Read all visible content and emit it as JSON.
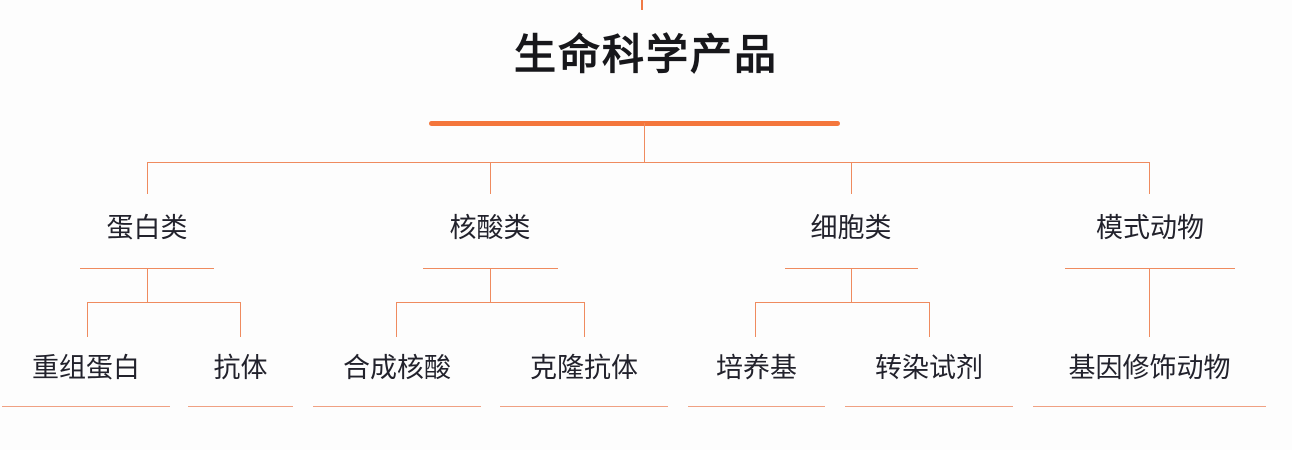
{
  "diagram": {
    "type": "org-tree",
    "orientation": "top-down",
    "accent_color": "#f4763c",
    "connector_color": "#ef8b5f",
    "leaf_underline_color": "#f0a183",
    "text_color": "#22222c",
    "background_color": "#fdfdfd",
    "root": {
      "label": "生命科学产品",
      "level": 1
    },
    "branches": [
      {
        "label": "蛋白类",
        "level": 2,
        "children": [
          {
            "label": "重组蛋白",
            "level": 3
          },
          {
            "label": "抗体",
            "level": 3
          }
        ]
      },
      {
        "label": "核酸类",
        "level": 2,
        "children": [
          {
            "label": "合成核酸",
            "level": 3
          },
          {
            "label": "克隆抗体",
            "level": 3
          }
        ]
      },
      {
        "label": "细胞类",
        "level": 2,
        "children": [
          {
            "label": "培养基",
            "level": 3
          },
          {
            "label": "转染试剂",
            "level": 3
          }
        ]
      },
      {
        "label": "模式动物",
        "level": 2,
        "children": [
          {
            "label": "基因修饰动物",
            "level": 3
          }
        ]
      }
    ]
  }
}
